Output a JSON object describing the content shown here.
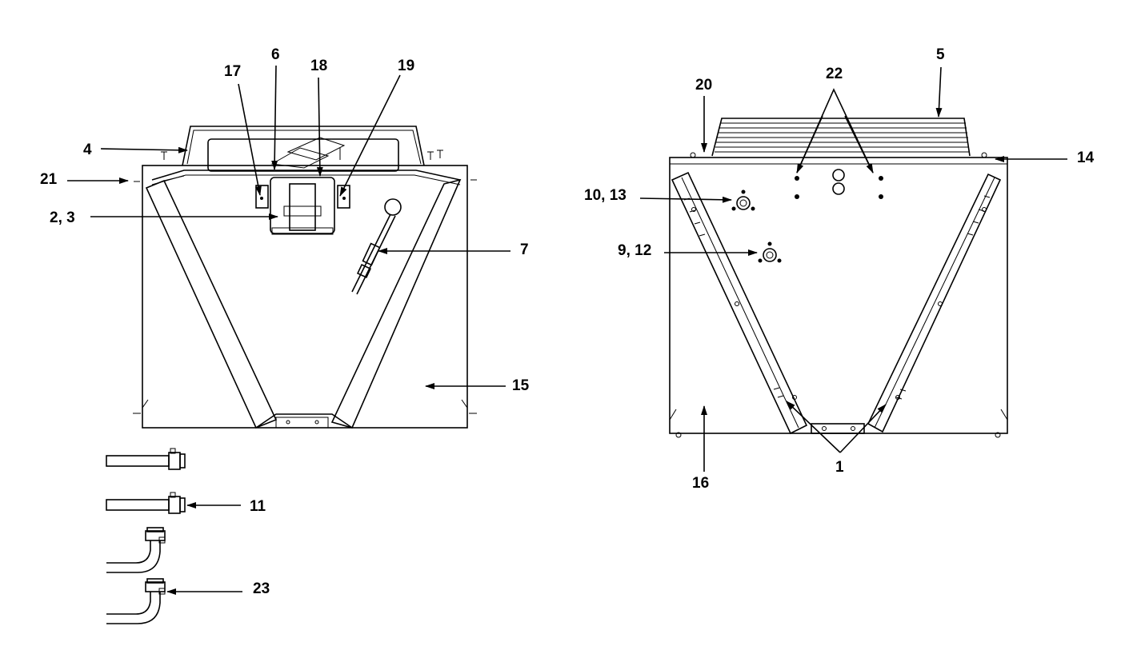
{
  "callouts": {
    "c1": "1",
    "c2_3": "2, 3",
    "c4": "4",
    "c5": "5",
    "c6": "6",
    "c7": "7",
    "c9_12": "9, 12",
    "c10_13": "10, 13",
    "c11": "11",
    "c14": "14",
    "c15": "15",
    "c16": "16",
    "c17": "17",
    "c18": "18",
    "c19": "19",
    "c20": "20",
    "c21": "21",
    "c22": "22",
    "c23": "23"
  },
  "colors": {
    "line": "#000000",
    "background": "#ffffff"
  }
}
